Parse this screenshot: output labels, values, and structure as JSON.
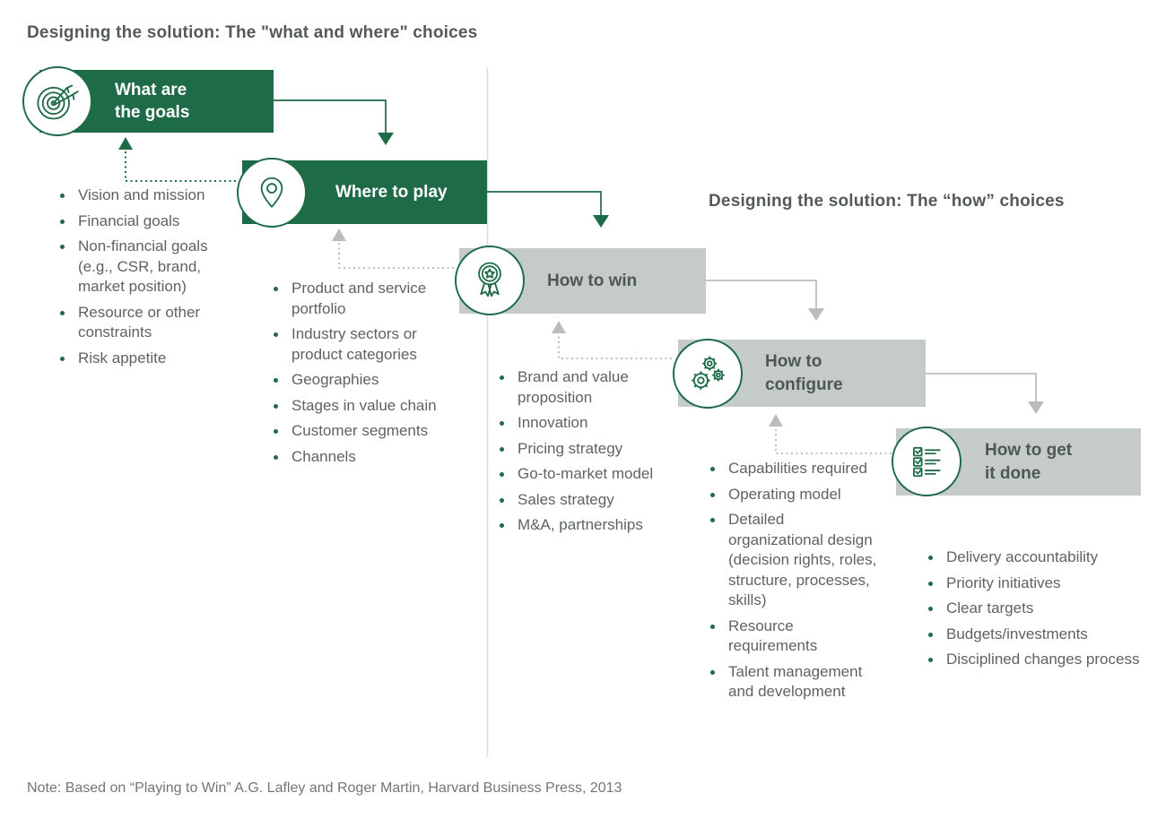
{
  "titles": {
    "left": "Designing the solution: The \"what and where\" choices",
    "right": "Designing the solution: The “how” choices"
  },
  "note": "Note: Based on “Playing to Win” A.G. Lafley and Roger Martin, Harvard Business Press, 2013",
  "colors": {
    "accent_green": "#1e6b47",
    "box_gray": "#c5cbc8",
    "title_text": "#54595c",
    "gray_box_text": "#4d5755",
    "list_text": "#5d6365",
    "gray_arrow": "#b9bdbb",
    "divider": "#dcdedd",
    "note_text": "#70767a"
  },
  "steps": [
    {
      "icon": "target-icon",
      "style": "green",
      "lines": [
        "What are",
        "the goals"
      ],
      "items": [
        "Vision and mission",
        "Financial goals",
        "Non-financial goals (e.g., CSR, brand, market position)",
        "Resource or other constraints",
        "Risk appetite"
      ]
    },
    {
      "icon": "location-pin-icon",
      "style": "green",
      "lines": [
        "Where to play"
      ],
      "items": [
        "Product and service portfolio",
        "Industry sectors or product categories",
        "Geographies",
        "Stages in value chain",
        "Customer segments",
        "Channels"
      ]
    },
    {
      "icon": "award-medal-icon",
      "style": "gray",
      "lines": [
        "How to win"
      ],
      "items": [
        "Brand and value proposition",
        "Innovation",
        "Pricing strategy",
        "Go-to-market model",
        "Sales strategy",
        "M&A, partnerships"
      ]
    },
    {
      "icon": "gears-icon",
      "style": "gray",
      "lines": [
        "How to",
        "configure"
      ],
      "items": [
        "Capabilities required",
        "Operating model",
        "Detailed organizational design (decision rights, roles, structure, processes, skills)",
        "Resource requirements",
        "Talent management and development"
      ]
    },
    {
      "icon": "checklist-icon",
      "style": "gray",
      "lines": [
        "How to get",
        "it done"
      ],
      "items": [
        "Delivery accountability",
        "Priority initiatives",
        "Clear targets",
        "Budgets/investments",
        "Disciplined changes process"
      ]
    }
  ]
}
